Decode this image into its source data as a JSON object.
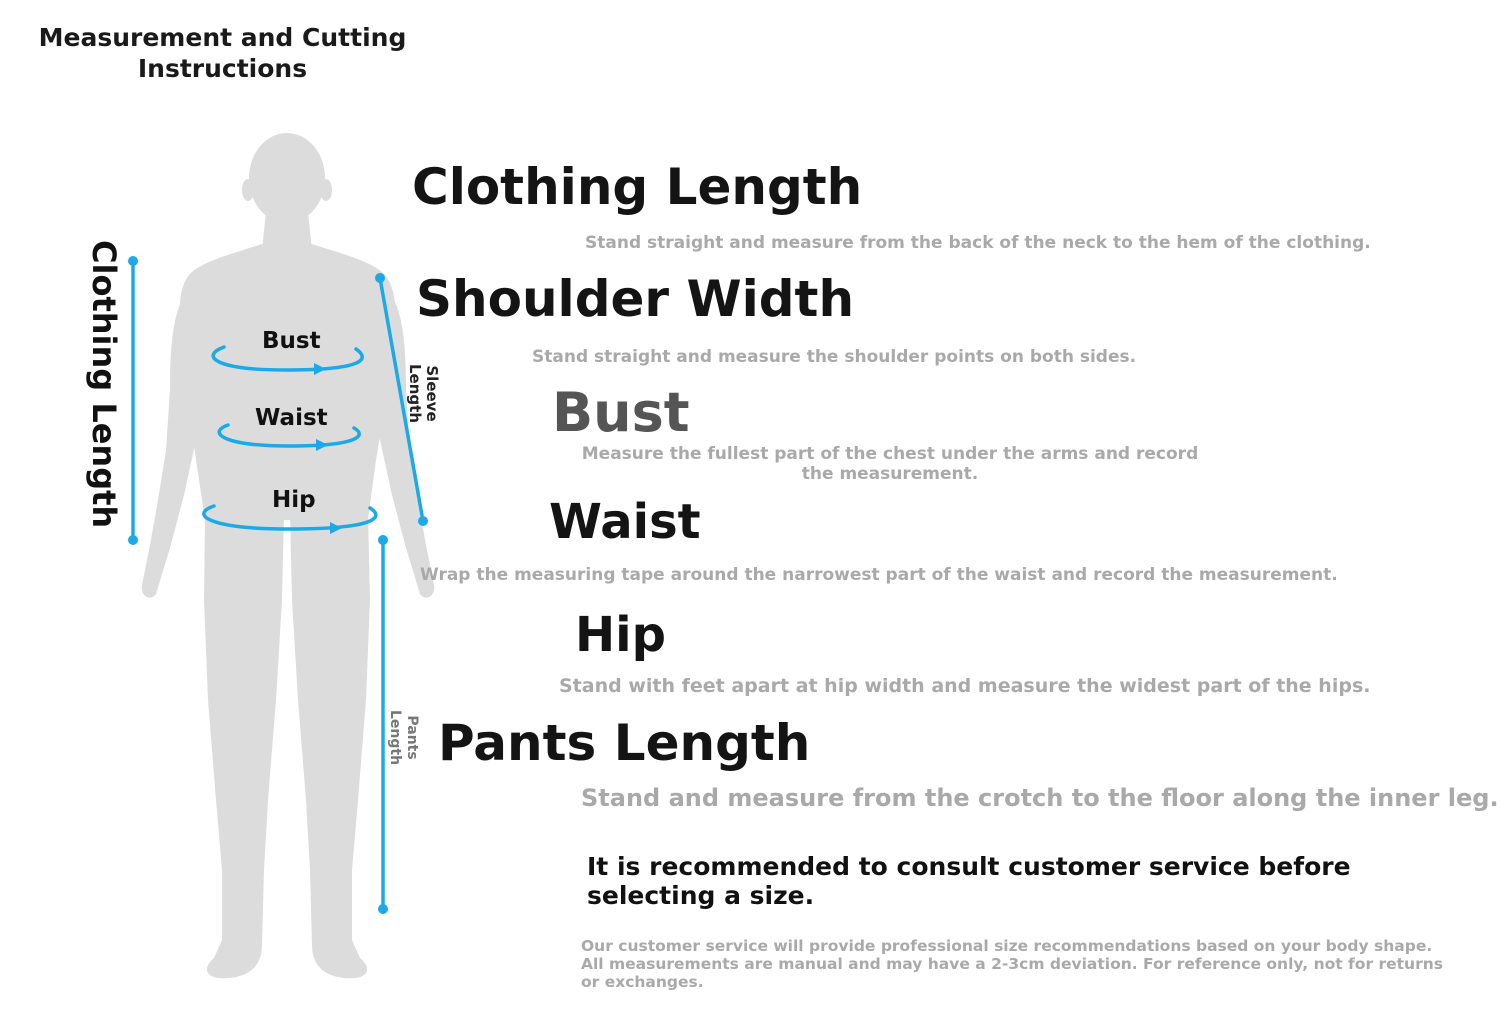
{
  "page": {
    "title": "Measurement and Cutting Instructions"
  },
  "colors": {
    "measure_line": "#1ba9e8",
    "silhouette": "#dcdcdc",
    "heading": "#141414",
    "description": "#a9a9a9"
  },
  "figure": {
    "labels": {
      "clothing_length": "Clothing Length",
      "sleeve_length_line1": "Sleeve",
      "sleeve_length_line2": "Length",
      "pants_length_line1": "Pants",
      "pants_length_line2": "Length",
      "bust": "Bust",
      "waist": "Waist",
      "hip": "Hip"
    }
  },
  "measurements": [
    {
      "title": "Clothing Length",
      "description": "Stand straight and measure from the back of the neck to the hem of the clothing."
    },
    {
      "title": "Shoulder Width",
      "description": "Stand straight and measure the shoulder points on both sides."
    },
    {
      "title": "Bust",
      "description": "Measure the fullest part of the chest under the arms and record the measurement."
    },
    {
      "title": "Waist",
      "description": "Wrap the measuring tape around the narrowest part of the waist and record the measurement."
    },
    {
      "title": "Hip",
      "description": "Stand with feet apart at hip width and measure the widest part of the hips."
    },
    {
      "title": "Pants Length",
      "description": "Stand and measure from the crotch to the floor along the inner leg."
    }
  ],
  "notes": {
    "recommendation": "It is recommended to consult customer service before selecting a size.",
    "disclaimer": "Our customer service will provide professional size recommendations based on your body shape. All measurements are manual and may have a 2-3cm deviation. For reference only, not for returns or exchanges."
  }
}
